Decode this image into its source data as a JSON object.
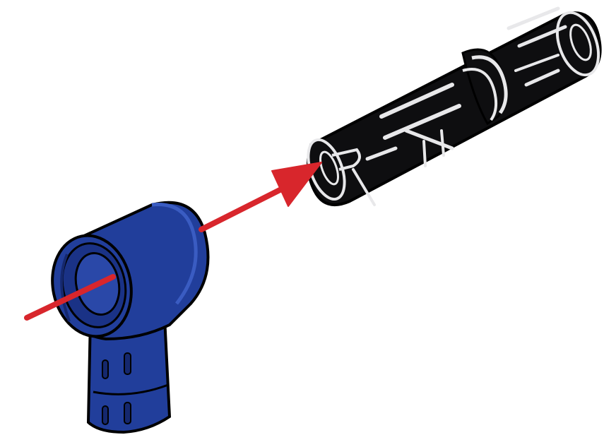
{
  "illustration": {
    "parts": [
      {
        "name": "blue-axle-pin-connector",
        "color": "#1f3d9a"
      },
      {
        "name": "black-long-friction-pin",
        "color": "#0d0d0f"
      }
    ],
    "arrow": {
      "color": "#d8262c",
      "meaning": "insert"
    },
    "colors": {
      "blue_main": "#213e9b",
      "blue_shadow": "#15286e",
      "blue_highlight": "#3a5cc2",
      "black_main": "#0e0e10",
      "black_detail": "#e8e8ea",
      "red_arrow": "#d8262c",
      "outline": "#000000"
    }
  }
}
